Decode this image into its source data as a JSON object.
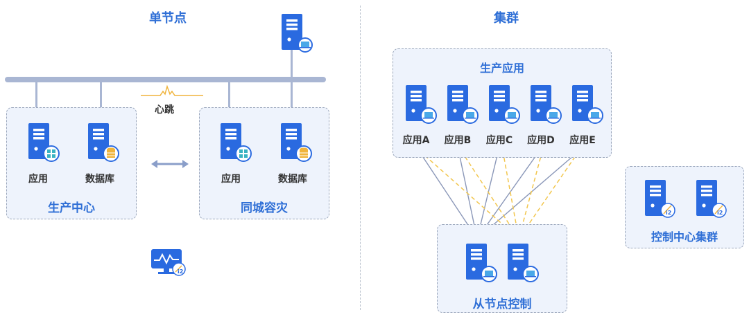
{
  "single_node": {
    "title": "单节点",
    "heartbeat_label": "心跳",
    "production_center": {
      "label": "生产中心",
      "servers": [
        {
          "label": "应用",
          "badge": "apps-icon"
        },
        {
          "label": "数据库",
          "badge": "database-icon"
        }
      ]
    },
    "disaster_recovery": {
      "label": "同城容灾",
      "servers": [
        {
          "label": "应用",
          "badge": "apps-icon"
        },
        {
          "label": "数据库",
          "badge": "database-icon"
        }
      ]
    },
    "top_server_badge": "laptop-icon",
    "monitor_icon": "monitor-i2-icon"
  },
  "cluster": {
    "title": "集群",
    "production_apps": {
      "label": "生产应用",
      "servers": [
        {
          "label": "应用A"
        },
        {
          "label": "应用B"
        },
        {
          "label": "应用C"
        },
        {
          "label": "应用D"
        },
        {
          "label": "应用E"
        }
      ]
    },
    "slave_control": {
      "label": "从节点控制",
      "servers": 2
    },
    "control_center": {
      "label": "控制中心集群",
      "servers": 2
    }
  },
  "colors": {
    "accent": "#2f6fd6",
    "server": "#2a6ae0",
    "bus": "#a9b6d3",
    "box_fill": "#eef3fc",
    "heartbeat": "#f0b43c",
    "link_solid": "#8a97b8",
    "link_dashed": "#f2c64d"
  }
}
